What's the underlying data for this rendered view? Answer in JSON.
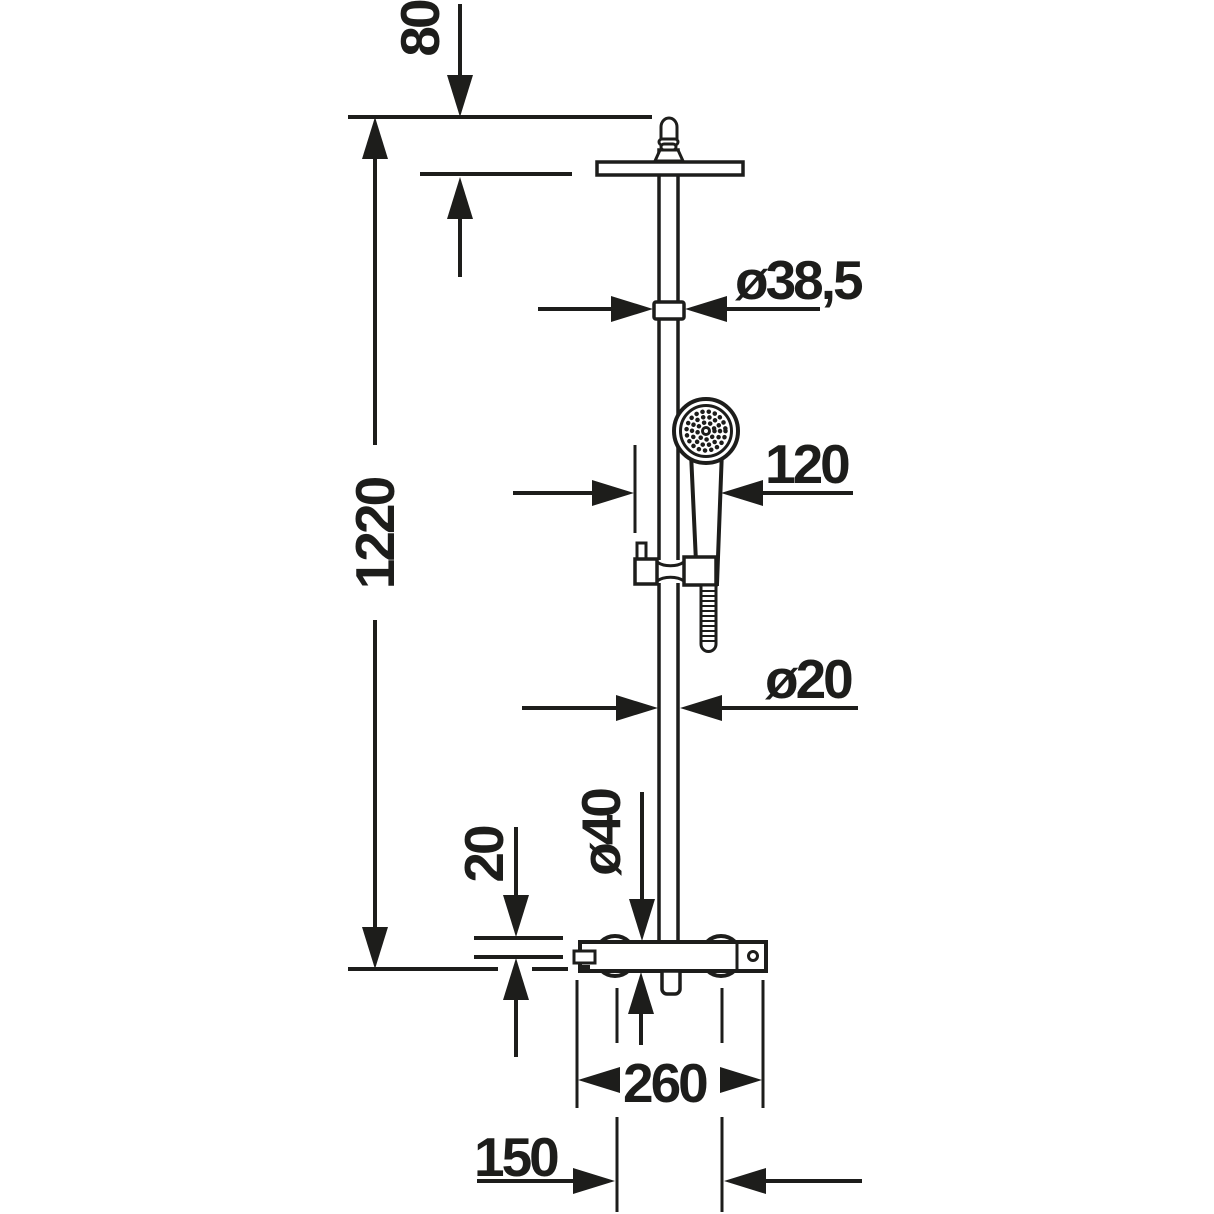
{
  "drawing": {
    "colors": {
      "ink": "#1d1d1b",
      "background": "#ffffff"
    },
    "labels": {
      "top_offset": "80",
      "total_height": "1220",
      "collar_diameter": "ø38,5",
      "hand_shower_offset": "120",
      "pipe_diameter": "ø20",
      "mixer_diameter": "ø40",
      "wall_clearance": "20",
      "mixer_width": "260",
      "connection_spacing": "150"
    }
  }
}
